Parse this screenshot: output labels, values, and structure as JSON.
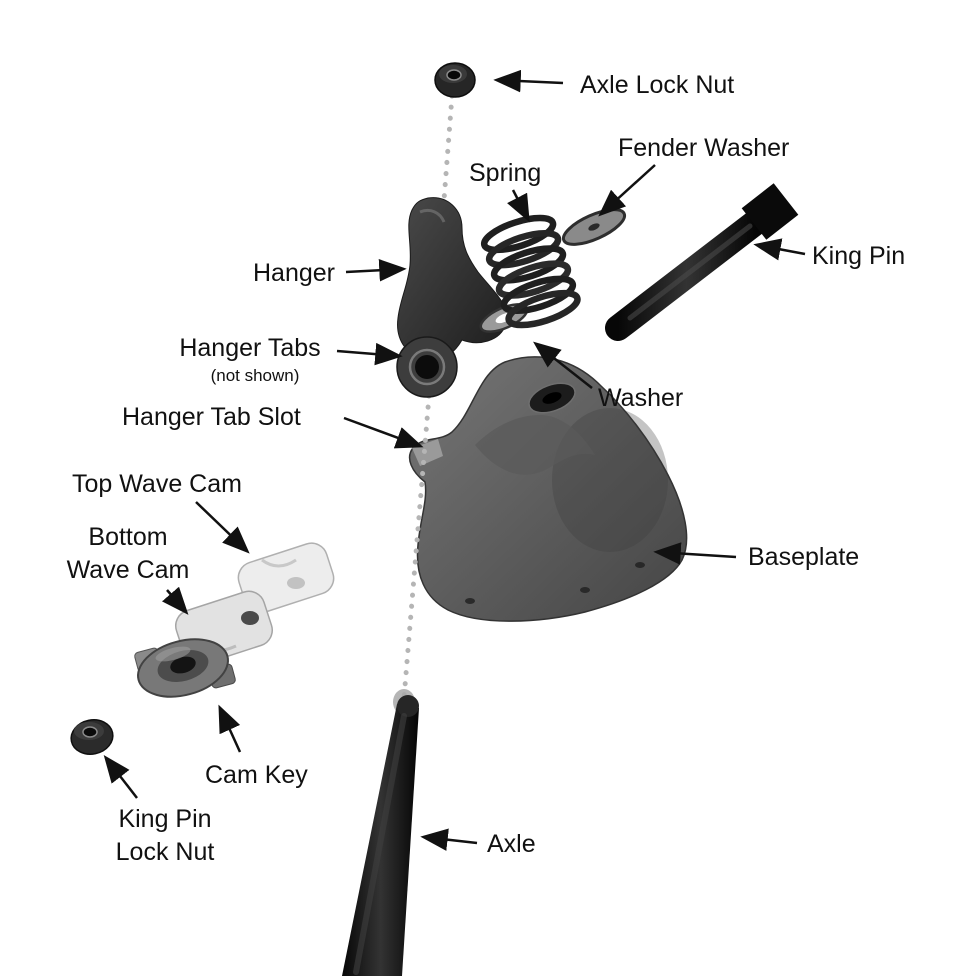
{
  "diagram": {
    "labels": {
      "axle_lock_nut": "Axle Lock Nut",
      "fender_washer": "Fender Washer",
      "spring": "Spring",
      "king_pin": "King Pin",
      "hanger": "Hanger",
      "hanger_tabs": "Hanger Tabs",
      "hanger_tabs_note": "(not shown)",
      "washer": "Washer",
      "hanger_tab_slot": "Hanger Tab Slot",
      "top_wave_cam": "Top Wave Cam",
      "bottom_wave_cam_1": "Bottom",
      "bottom_wave_cam_2": "Wave Cam",
      "baseplate": "Baseplate",
      "cam_key": "Cam Key",
      "king_pin_lock_nut_1": "King Pin",
      "king_pin_lock_nut_2": "Lock Nut",
      "axle": "Axle"
    },
    "colors": {
      "background": "#ffffff",
      "label_text": "#111111",
      "arrow": "#111111",
      "part_dark": "#161616",
      "part_mid": "#565656",
      "part_light": "#ececec",
      "axis_dots": "#b5b5b5"
    }
  }
}
